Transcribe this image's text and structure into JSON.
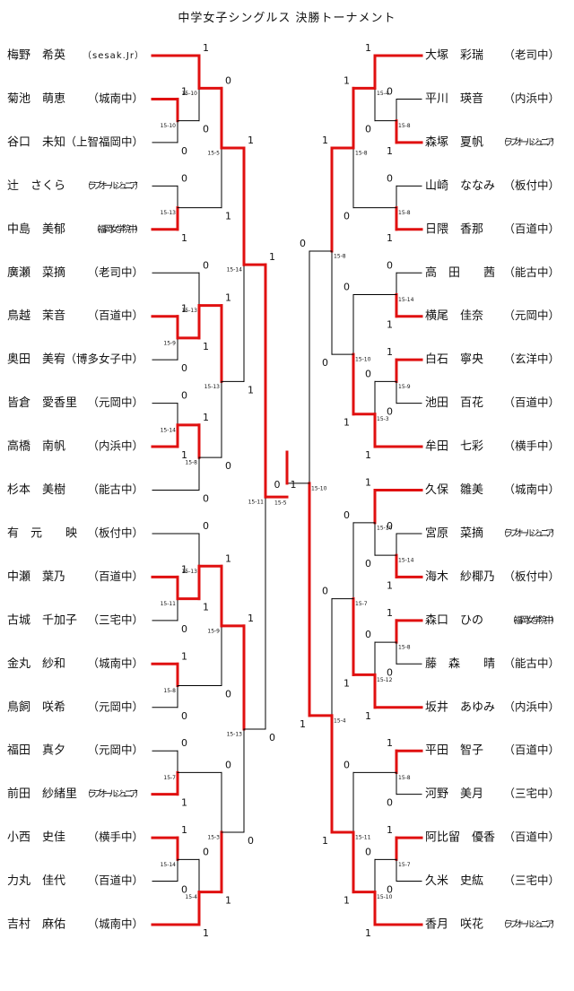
{
  "title": "中学女子シングルス 決勝トーナメント",
  "colors": {
    "winner": "#e01010",
    "line": "#000000"
  },
  "left_players": [
    {
      "name": "梅野　希英",
      "club": "（sesak.Jr）"
    },
    {
      "name": "菊池　萌恵",
      "club": "（城南中）"
    },
    {
      "name": "谷口　未知",
      "club": "（上智福岡中）"
    },
    {
      "name": "辻　さくら",
      "club": "（ラブオールジュニア）"
    },
    {
      "name": "中島　美郁",
      "club": "（福岡女学院中）"
    },
    {
      "name": "廣瀬　菜摘",
      "club": "（老司中）"
    },
    {
      "name": "鳥越　茉音",
      "club": "（百道中）"
    },
    {
      "name": "奥田　美宥",
      "club": "（博多女子中）"
    },
    {
      "name": "皆倉　愛香里",
      "club": "（元岡中）"
    },
    {
      "name": "高橋　南帆",
      "club": "（内浜中）"
    },
    {
      "name": "杉本　美樹",
      "club": "（能古中）"
    },
    {
      "name": "有　元　　映",
      "club": "（板付中）"
    },
    {
      "name": "中瀬　葉乃",
      "club": "（百道中）"
    },
    {
      "name": "古城　千加子",
      "club": "（三宅中）"
    },
    {
      "name": "金丸　紗和",
      "club": "（城南中）"
    },
    {
      "name": "鳥飼　咲希",
      "club": "（元岡中）"
    },
    {
      "name": "福田　真夕",
      "club": "（元岡中）"
    },
    {
      "name": "前田　紗緒里",
      "club": "（ラブオールジュニア）"
    },
    {
      "name": "小西　史佳",
      "club": "（横手中）"
    },
    {
      "name": "力丸　佳代",
      "club": "（百道中）"
    },
    {
      "name": "吉村　麻佑",
      "club": "（城南中）"
    }
  ],
  "right_players": [
    {
      "name": "大塚　彩瑞",
      "club": "（老司中）"
    },
    {
      "name": "平川　瑛音",
      "club": "（内浜中）"
    },
    {
      "name": "森塚　夏帆",
      "club": "（ラブオールジュニア）"
    },
    {
      "name": "山崎　ななみ",
      "club": "（板付中）"
    },
    {
      "name": "日隈　香那",
      "club": "（百道中）"
    },
    {
      "name": "高　田　　茜",
      "club": "（能古中）"
    },
    {
      "name": "横尾　佳奈",
      "club": "（元岡中）"
    },
    {
      "name": "白石　寧央",
      "club": "（玄洋中）"
    },
    {
      "name": "池田　百花",
      "club": "（百道中）"
    },
    {
      "name": "牟田　七彩",
      "club": "（横手中）"
    },
    {
      "name": "久保　雛美",
      "club": "（城南中）"
    },
    {
      "name": "宮原　菜摘",
      "club": "（ラブオールジュニア）"
    },
    {
      "name": "海木　紗椰乃",
      "club": "（板付中）"
    },
    {
      "name": "森口　ひの",
      "club": "（福岡女学院中）"
    },
    {
      "name": "藤　森　　晴",
      "club": "（能古中）"
    },
    {
      "name": "坂井　あゆみ",
      "club": "（内浜中）"
    },
    {
      "name": "平田　智子",
      "club": "（百道中）"
    },
    {
      "name": "河野　美月",
      "club": "（三宅中）"
    },
    {
      "name": "阿比留　優香",
      "club": "（百道中）"
    },
    {
      "name": "久米　史紘",
      "club": "（三宅中）"
    },
    {
      "name": "香月　咲花",
      "club": "（ラブオールジュニア）"
    }
  ],
  "left_matches": [
    {
      "id": "L1",
      "a": "p1",
      "b": "p2",
      "w": "a",
      "sa": "1",
      "sb": "0",
      "game": "15-10"
    },
    {
      "id": "L2",
      "a": "p0",
      "b": "L1",
      "w": "a",
      "sa": "1",
      "sb": "0",
      "game": "15-10"
    },
    {
      "id": "L3",
      "a": "p3",
      "b": "p4",
      "w": "b",
      "sa": "0",
      "sb": "1",
      "game": "15-13"
    },
    {
      "id": "L4",
      "a": "L2",
      "b": "L3",
      "w": "a",
      "sa": "0",
      "sb": "1",
      "game": "15-5"
    },
    {
      "id": "L5",
      "a": "p6",
      "b": "p7",
      "w": "a",
      "sa": "1",
      "sb": "0",
      "game": "15-9"
    },
    {
      "id": "L6",
      "a": "p5",
      "b": "L5",
      "w": "b",
      "sa": "0",
      "sb": "1",
      "game": "15-13"
    },
    {
      "id": "L7",
      "a": "p8",
      "b": "p9",
      "w": "b",
      "sa": "0",
      "sb": "1",
      "game": "15-14"
    },
    {
      "id": "L8",
      "a": "L7",
      "b": "p10",
      "w": "a",
      "sa": "1",
      "sb": "0",
      "game": "15-8"
    },
    {
      "id": "L9",
      "a": "L6",
      "b": "L8",
      "w": "a",
      "sa": "1",
      "sb": "0",
      "game": "15-13"
    },
    {
      "id": "L10",
      "a": "L4",
      "b": "L9",
      "w": "a",
      "sa": "1",
      "sb": "1",
      "game": "15-14"
    },
    {
      "id": "L11",
      "a": "p12",
      "b": "p13",
      "w": "a",
      "sa": "1",
      "sb": "0",
      "game": "15-11"
    },
    {
      "id": "L12",
      "a": "p11",
      "b": "L11",
      "w": "b",
      "sa": "0",
      "sb": "1",
      "game": "15-13"
    },
    {
      "id": "L13",
      "a": "p14",
      "b": "p15",
      "w": "a",
      "sa": "1",
      "sb": "0",
      "game": "15-8"
    },
    {
      "id": "L14",
      "a": "L12",
      "b": "L13",
      "w": "a",
      "sa": "1",
      "sb": "0",
      "game": "15-9"
    },
    {
      "id": "L15",
      "a": "p16",
      "b": "p17",
      "w": "b",
      "sa": "0",
      "sb": "1",
      "game": "15-7"
    },
    {
      "id": "L16",
      "a": "p18",
      "b": "p19",
      "w": "a",
      "sa": "1",
      "sb": "0",
      "game": "15-14"
    },
    {
      "id": "L17",
      "a": "L16",
      "b": "p20",
      "w": "b",
      "sa": "0",
      "sb": "1",
      "game": "15-4"
    },
    {
      "id": "L18",
      "a": "L15",
      "b": "L17",
      "w": "b",
      "sa": "0",
      "sb": "1",
      "game": "15-3"
    },
    {
      "id": "L19",
      "a": "L14",
      "b": "L18",
      "w": "a",
      "sa": "1",
      "sb": "0",
      "game": "15-13"
    },
    {
      "id": "L20",
      "a": "L10",
      "b": "L19",
      "w": "a",
      "sa": "1",
      "sb": "0",
      "game": "15-11"
    }
  ],
  "right_matches": [
    {
      "id": "R1",
      "a": "p1",
      "b": "p2",
      "w": "b",
      "sa": "0",
      "sb": "1",
      "game": "15-8"
    },
    {
      "id": "R2",
      "a": "p0",
      "b": "R1",
      "w": "a",
      "sa": "1",
      "sb": "0",
      "game": "15-4"
    },
    {
      "id": "R3",
      "a": "p3",
      "b": "p4",
      "w": "b",
      "sa": "0",
      "sb": "1",
      "game": "15-8"
    },
    {
      "id": "R4",
      "a": "R2",
      "b": "R3",
      "w": "a",
      "sa": "1",
      "sb": "0",
      "game": "15-8"
    },
    {
      "id": "R5",
      "a": "p5",
      "b": "p6",
      "w": "b",
      "sa": "0",
      "sb": "1",
      "game": "15-14"
    },
    {
      "id": "R6",
      "a": "p7",
      "b": "p8",
      "w": "a",
      "sa": "1",
      "sb": "0",
      "game": "15-9"
    },
    {
      "id": "R7",
      "a": "R6",
      "b": "p9",
      "w": "b",
      "sa": "0",
      "sb": "1",
      "game": "15-3"
    },
    {
      "id": "R8",
      "a": "R5",
      "b": "R7",
      "w": "b",
      "sa": "0",
      "sb": "1",
      "game": "15-10"
    },
    {
      "id": "R9",
      "a": "R4",
      "b": "R8",
      "w": "a",
      "sa": "1",
      "sb": "0",
      "game": "15-8"
    },
    {
      "id": "R10",
      "a": "p11",
      "b": "p12",
      "w": "b",
      "sa": "0",
      "sb": "1",
      "game": "15-14"
    },
    {
      "id": "R11",
      "a": "p10",
      "b": "R10",
      "w": "a",
      "sa": "1",
      "sb": "0",
      "game": "15-10"
    },
    {
      "id": "R12",
      "a": "p13",
      "b": "p14",
      "w": "a",
      "sa": "1",
      "sb": "0",
      "game": "15-8"
    },
    {
      "id": "R13",
      "a": "R12",
      "b": "p15",
      "w": "b",
      "sa": "0",
      "sb": "1",
      "game": "15-12"
    },
    {
      "id": "R14",
      "a": "R11",
      "b": "R13",
      "w": "b",
      "sa": "0",
      "sb": "1",
      "game": "15-7"
    },
    {
      "id": "R15",
      "a": "p16",
      "b": "p17",
      "w": "a",
      "sa": "1",
      "sb": "0",
      "game": "15-8"
    },
    {
      "id": "R16",
      "a": "p18",
      "b": "p19",
      "w": "a",
      "sa": "1",
      "sb": "0",
      "game": "15-7"
    },
    {
      "id": "R17",
      "a": "R16",
      "b": "p20",
      "w": "b",
      "sa": "0",
      "sb": "1",
      "game": "15-10"
    },
    {
      "id": "R18",
      "a": "R15",
      "b": "R17",
      "w": "b",
      "sa": "0",
      "sb": "1",
      "game": "15-11"
    },
    {
      "id": "R19",
      "a": "R14",
      "b": "R18",
      "w": "b",
      "sa": "0",
      "sb": "1",
      "game": "15-4"
    },
    {
      "id": "R20",
      "a": "R9",
      "b": "R19",
      "w": "b",
      "sa": "0",
      "sb": "1",
      "game": "15-10"
    }
  ],
  "final": {
    "left_score": "0",
    "right_score": "1",
    "game": "15-5",
    "winner": "left"
  }
}
